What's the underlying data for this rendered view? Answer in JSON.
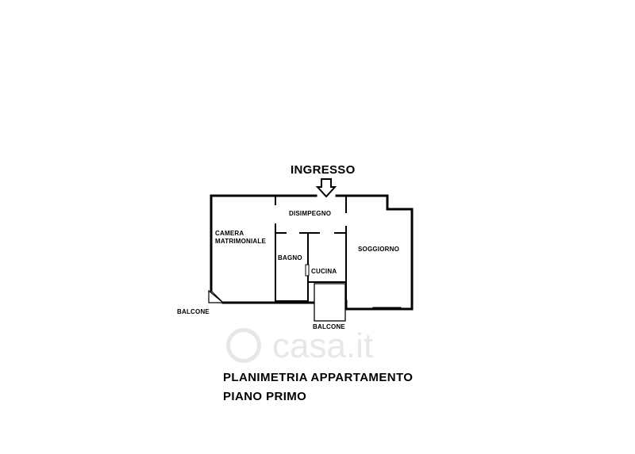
{
  "entrance_label": "INGRESSO",
  "rooms": {
    "disimpegno": "DISIMPEGNO",
    "camera_line1": "CAMERA",
    "camera_line2": "MATRIMONIALE",
    "bagno": "BAGNO",
    "cucina": "CUCINA",
    "soggiorno": "SOGGIORNO",
    "balcone_left": "BALCONE",
    "balcone_bottom": "BALCONE"
  },
  "title": {
    "line1": "PLANIMETRIA APPARTAMENTO",
    "line2": "PIANO PRIMO"
  },
  "watermark": {
    "text": "casa.it"
  }
}
